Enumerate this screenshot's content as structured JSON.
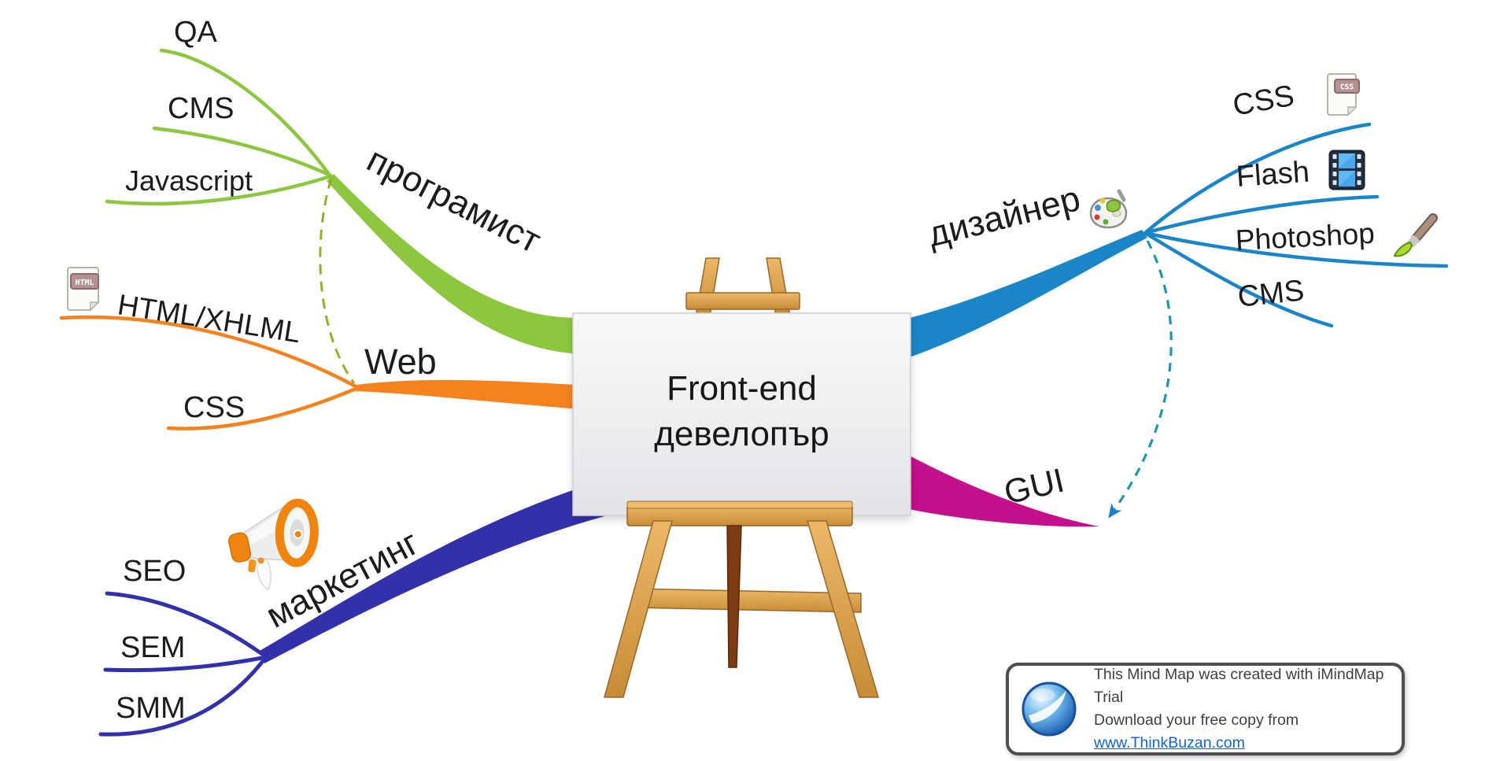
{
  "center": {
    "line1": "Front-end",
    "line2": "девелопър"
  },
  "branches": {
    "programmer": {
      "label": "програмист",
      "children": [
        {
          "label": "QA"
        },
        {
          "label": "CMS"
        },
        {
          "label": "Javascript"
        }
      ]
    },
    "web": {
      "label": "Web",
      "children": [
        {
          "label": "HTML/XHLML",
          "icon": "html-file"
        },
        {
          "label": "CSS"
        }
      ]
    },
    "marketing": {
      "label": "маркетинг",
      "icon": "megaphone",
      "children": [
        {
          "label": "SEO"
        },
        {
          "label": "SEM"
        },
        {
          "label": "SMM"
        }
      ]
    },
    "designer": {
      "label": "дизайнер",
      "icon": "palette",
      "children": [
        {
          "label": "CSS",
          "icon": "css-file"
        },
        {
          "label": "Flash",
          "icon": "film"
        },
        {
          "label": "Photoshop",
          "icon": "brush"
        },
        {
          "label": "CMS"
        }
      ]
    },
    "gui": {
      "label": "GUI"
    }
  },
  "icons": {
    "html_badge": "HTML",
    "css_badge": "CSS"
  },
  "watermark": {
    "line1": "This Mind Map was created with iMindMap Trial",
    "line2_prefix": "Download your free copy from ",
    "link": "www.ThinkBuzan.com"
  },
  "colors": {
    "green": "#8dc63f",
    "dashed_green": "#9cab2c",
    "orange": "#f5821f",
    "dark_blue": "#3331aa",
    "light_blue": "#1a86c8",
    "magenta": "#c3108c",
    "teal": "#2095b0",
    "arrow_blue": "#1b7fc9",
    "text": "#1c1c1c",
    "link": "#1563cf",
    "wood": "#d9a14e"
  }
}
